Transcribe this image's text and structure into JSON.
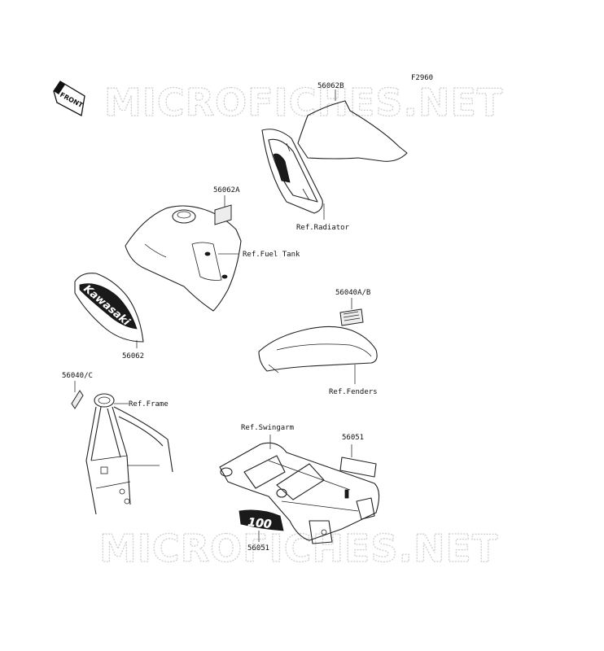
{
  "diagram_code": "F2960",
  "watermark": "MICROFICHES.NET",
  "front_badge": "FRONT",
  "tank_decal_text": "Kawasaki",
  "swingarm_decal_text": "100",
  "labels": {
    "p56062B": "56062B",
    "ref_radiator": "Ref.Radiator",
    "p56062A": "56062A",
    "ref_fuel_tank": "Ref.Fuel Tank",
    "p56062": "56062",
    "p56040AB": "56040A/B",
    "ref_fenders": "Ref.Fenders",
    "p56040C": "56040/C",
    "ref_frame": "Ref.Frame",
    "ref_swingarm": "Ref.Swingarm",
    "p56051_top": "56051",
    "p56051_bottom": "56051"
  }
}
